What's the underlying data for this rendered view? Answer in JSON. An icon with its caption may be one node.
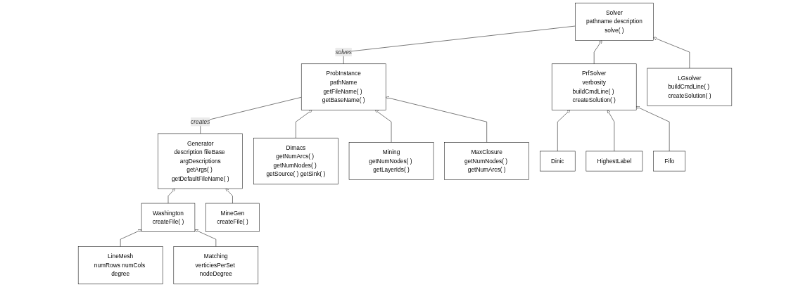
{
  "diagram": {
    "nodes": [
      {
        "text": [
          "Generator",
          "description fileBase argDescriptions",
          "getArgs( ) getDefaultFileName( )"
        ]
      },
      {
        "text": [
          "ProbInstance",
          "pathName",
          "getFileName( ) getBaseName( )"
        ]
      },
      {
        "text": [
          "Solver",
          "pathname description",
          "solve( )"
        ]
      },
      {
        "text": [
          "Washington",
          "createFile( )"
        ]
      },
      {
        "text": [
          "MineGen",
          "createFile( )"
        ]
      },
      {
        "text": [
          "Dimacs",
          "getNumArcs( ) getNumNodes( ) getSource( ) getSink( )"
        ]
      },
      {
        "text": [
          "Mining",
          "getNumNodes( ) getLayerIds( )"
        ]
      },
      {
        "text": [
          "MaxClosure",
          "getNumNodes( ) getNumArcs( )"
        ]
      },
      {
        "text": [
          "PrfSolver",
          "verbosity",
          "buildCmdLine( ) createSolution( )"
        ]
      },
      {
        "text": [
          "LGsolver",
          "buildCmdLine( ) createSolution( )"
        ]
      },
      {
        "text": [
          "LineMesh",
          "numRows numCols degree"
        ]
      },
      {
        "text": [
          "Matching",
          "verticiesPerSet nodeDegree"
        ]
      },
      {
        "text": [
          "Dinic"
        ]
      },
      {
        "text": [
          "HighestLabel"
        ]
      },
      {
        "text": [
          "Fifo"
        ]
      }
    ],
    "edges": [
      {
        "from": 0,
        "to": 1,
        "arrow": "none",
        "label": "creates"
      },
      {
        "from": 1,
        "to": 2,
        "arrow": "none",
        "label": "solves"
      },
      {
        "from": 3,
        "to": 0,
        "arrow": "to"
      },
      {
        "from": 4,
        "to": 0,
        "arrow": "to"
      },
      {
        "from": 5,
        "to": 1,
        "arrow": "to"
      },
      {
        "from": 6,
        "to": 1,
        "arrow": "to"
      },
      {
        "from": 7,
        "to": 1,
        "arrow": "to"
      },
      {
        "from": 8,
        "to": 2,
        "arrow": "to"
      },
      {
        "from": 9,
        "to": 2,
        "arrow": "to"
      },
      {
        "from": 10,
        "to": 3,
        "arrow": "to"
      },
      {
        "from": 11,
        "to": 3,
        "arrow": "to"
      },
      {
        "from": 12,
        "to": 8,
        "arrow": "to"
      },
      {
        "from": 13,
        "to": 8,
        "arrow": "to"
      },
      {
        "from": 14,
        "to": 8,
        "arrow": "to"
      }
    ]
  }
}
